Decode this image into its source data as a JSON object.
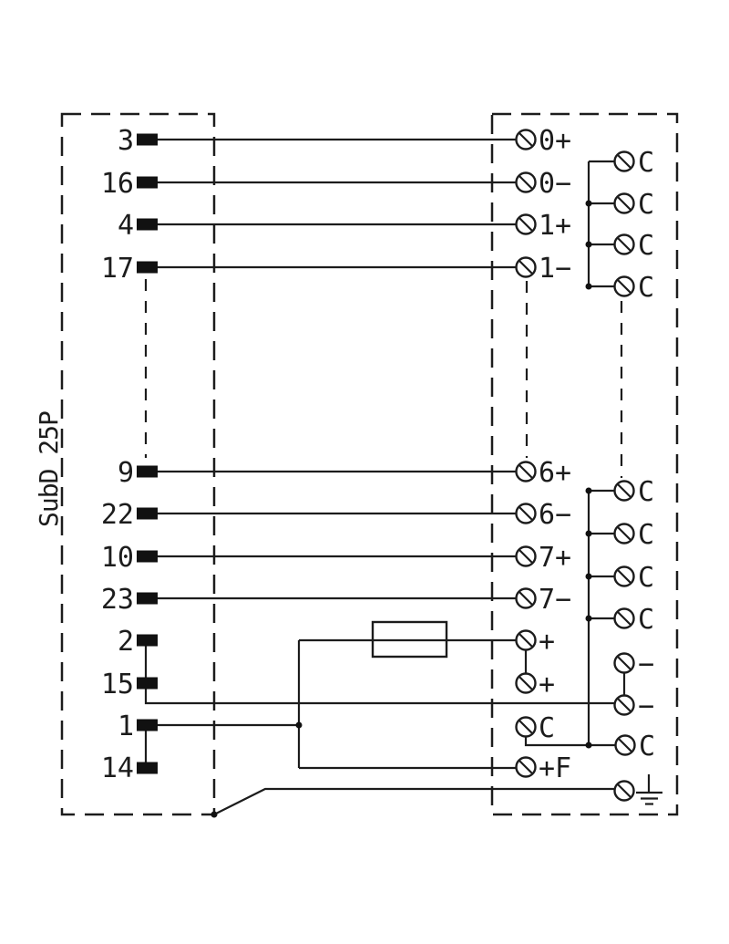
{
  "diagram": {
    "connector_label": "SubD 25P",
    "pins": [
      "3",
      "16",
      "4",
      "17",
      "9",
      "22",
      "10",
      "23",
      "2",
      "15",
      "1",
      "14"
    ],
    "signal_terminals": [
      "0+",
      "0−",
      "1+",
      "1−",
      "6+",
      "6−",
      "7+",
      "7−"
    ],
    "power_terminals": [
      "+",
      "+",
      "C",
      "+F"
    ],
    "common_top": [
      "C",
      "C",
      "C",
      "C"
    ],
    "common_bottom": [
      "C",
      "C",
      "C",
      "C"
    ],
    "minus_terminals": [
      "−",
      "−"
    ],
    "common_single": "C",
    "icons": {
      "earth_ground": "⏚"
    },
    "colors": {
      "ink": "#1c1c1c",
      "background": "#ffffff"
    }
  }
}
